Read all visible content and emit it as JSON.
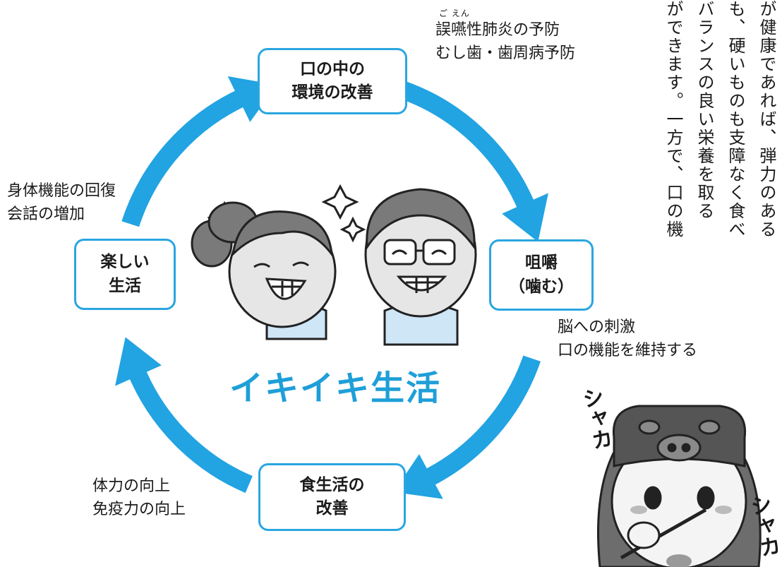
{
  "center_title": "イキイキ生活",
  "nodes": {
    "top": [
      "口の中の",
      "環境の改善"
    ],
    "right": [
      "咀嚼",
      "（噛む）"
    ],
    "bottom": [
      "食生活の",
      "改善"
    ],
    "left": [
      "楽しい",
      "生活"
    ]
  },
  "notes": {
    "top_right": {
      "ruby": "ご えん",
      "line1": "誤嚥性肺炎の予防",
      "line2": "むし歯・歯周病予防"
    },
    "right": {
      "line1": "脳への刺激",
      "line2": "口の機能を維持する"
    },
    "bottom_left": {
      "line1": "体力の向上",
      "line2": "免疫力の向上"
    },
    "left": {
      "line1": "身体機能の回復",
      "line2": "会話の増加"
    }
  },
  "vertical_text": [
    "が健康であれば、弾力のある",
    "も、硬いものも支障なく食べ",
    "バランスの良い栄養を取る",
    "ができます。一方で、口の機"
  ],
  "onomatopoeia": {
    "upper": "シャカ",
    "lower": "シャカ"
  },
  "colors": {
    "accent": "#1e9fd8",
    "arrow": "#22a3e2",
    "node_border": "#2aa6e0"
  }
}
